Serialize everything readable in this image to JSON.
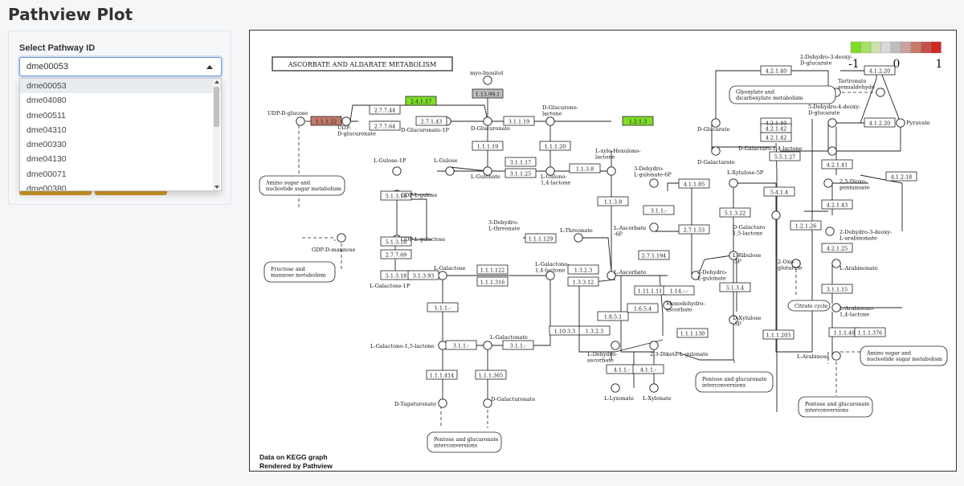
{
  "page": {
    "title": "Pathview Plot"
  },
  "sidebar": {
    "label": "Select Pathway ID",
    "selected_value": "dme00053",
    "options": [
      "dme00053",
      "dme04080",
      "dme00511",
      "dme04310",
      "dme00330",
      "dme04130",
      "dme00071",
      "dme00380"
    ]
  },
  "plot": {
    "title": "ASCORBATE AND ALDARATE METABOLISM",
    "legend": {
      "min": "-1",
      "mid": "0",
      "max": "1"
    },
    "footer_line1": "Data on KEGG graph",
    "footer_line2": "Rendered by Pathview",
    "colors": {
      "up": "#7fdc2a",
      "down": "#c46a5c",
      "neutral": "#bdbdbd",
      "line": "#222"
    },
    "enzymes": [
      {
        "text": "1.1.1.22",
        "color": "#c47a6a"
      },
      {
        "text": "2.4.1.17",
        "color": "#7fdc2a"
      },
      {
        "text": "2.7.7.44"
      },
      {
        "text": "2.7.7.64"
      },
      {
        "text": "2.7.1.43"
      },
      {
        "text": "1.13.99.1",
        "color": "#bdbdbd"
      },
      {
        "text": "3.1.1.19"
      },
      {
        "text": "1.2.1.3",
        "color": "#7fdc2a"
      },
      {
        "text": "1.1.1.19"
      },
      {
        "text": "1.1.1.20"
      },
      {
        "text": "3.1.1.17"
      },
      {
        "text": "3.1.1.25"
      },
      {
        "text": "1.1.3.8"
      },
      {
        "text": "1.1.3.8"
      },
      {
        "text": "5.1.3.18"
      },
      {
        "text": "5.1.3.18"
      },
      {
        "text": "5.1.3.18"
      },
      {
        "text": "2.7.7.69"
      },
      {
        "text": "3.1.3.93"
      },
      {
        "text": "1.1.1.122"
      },
      {
        "text": "1.1.1.316"
      },
      {
        "text": "1.1.1.129"
      },
      {
        "text": "1.3.2.3"
      },
      {
        "text": "1.3.3.12"
      },
      {
        "text": "1.1.1.-"
      },
      {
        "text": "3.1.1.-"
      },
      {
        "text": "3.1.1.-"
      },
      {
        "text": "1.10.3.3"
      },
      {
        "text": "1.3.2.3"
      },
      {
        "text": "1.8.5.1"
      },
      {
        "text": "1.6.5.4"
      },
      {
        "text": "1.11.1.11"
      },
      {
        "text": "1.14.-.-"
      },
      {
        "text": "1.1.1.414"
      },
      {
        "text": "1.1.1.365"
      },
      {
        "text": "4.1.1.-"
      },
      {
        "text": "4.1.1.-"
      },
      {
        "text": "3.1.1.-"
      },
      {
        "text": "2.7.1.194"
      },
      {
        "text": "4.1.1.85"
      },
      {
        "text": "2.7.1.53"
      },
      {
        "text": "5.1.3.22"
      },
      {
        "text": "5.1.3.4"
      },
      {
        "text": "1.1.1.130"
      },
      {
        "text": "5.4.1.4"
      },
      {
        "text": "1.1.1.203"
      },
      {
        "text": "4.2.1.40"
      },
      {
        "text": "4.2.1.40"
      },
      {
        "text": "4.2.1.42"
      },
      {
        "text": "4.2.1.42"
      },
      {
        "text": "5.5.1.27"
      },
      {
        "text": "4.1.2.20"
      },
      {
        "text": "4.1.2.20"
      },
      {
        "text": "4.2.1.41"
      },
      {
        "text": "4.1.2.18"
      },
      {
        "text": "4.2.1.43"
      },
      {
        "text": "4.2.1.25"
      },
      {
        "text": "1.2.1.26"
      },
      {
        "text": "3.1.1.15"
      },
      {
        "text": "1.1.1.46"
      },
      {
        "text": "1.1.1.376"
      }
    ],
    "compounds": [
      "UDP-D-glucose",
      "UDP-D-glucuronate",
      "myo-Inositol",
      "D-Glucuronate-1P",
      "D-Glucuronate",
      "D-Glucurono-lactone",
      "L-Gulose-1P",
      "L-Gulose",
      "L-Gulonate",
      "L-Gulono-1,4-lactone",
      "L-xylo-Hexulono-lactone",
      "GDP-L-gulose",
      "GDP-D-mannose",
      "GDP-L-galactose",
      "L-Galactose-1P",
      "L-Galactose",
      "L-Galactono-1,4-lactone",
      "L-Ascorbate",
      "3-Dehydro-L-threonate",
      "L-Threonate",
      "L-Galactono-1,5-lactone",
      "L-Galactonate",
      "D-Tagaturonate",
      "D-Galacturonate",
      "L-Dehydro-ascorbate",
      "2,3-Diketo-L-gulonate",
      "Monodehydro-ascorbate",
      "L-Lyxonate",
      "L-Xylonate",
      "3-Dehydro-L-gulonate-6P",
      "L-Ascorbate-6P",
      "3-Dehydro-L-gulonate",
      "L-Xylulose-5P",
      "L-Ribulose-5P",
      "D-Xylulose-5P",
      "D-Galactaro-1,5-lactone",
      "D-Galactaro-1,4-lactone",
      "D-Galactarate",
      "D-Glucarate",
      "5-Dehydro-4-deoxy-D-glucarate",
      "2-Dehydro-3-deoxy-D-glucarate",
      "Tartronate semialdehyde",
      "Pyruvate",
      "2,5-Dioxo-pentanoate",
      "2-Dehydro-3-deoxy-L-arabinonate",
      "L-Arabinonate",
      "L-Arabinono-1,4-lactone",
      "L-Arabinose",
      "2-Oxo-glutarate"
    ],
    "maps": [
      "Amino sugar and nucleotide sugar metabolism",
      "Fructose and mannose metabolism",
      "Glyoxylate and dicarboxylate metabolism",
      "Citrate cycle",
      "Pentose and glucuronate interconversions",
      "Amino sugar and nucleotide sugar metabolism",
      "Pentose and glucuronate interconversions",
      "Pentose and glucuronate interconversions"
    ]
  }
}
